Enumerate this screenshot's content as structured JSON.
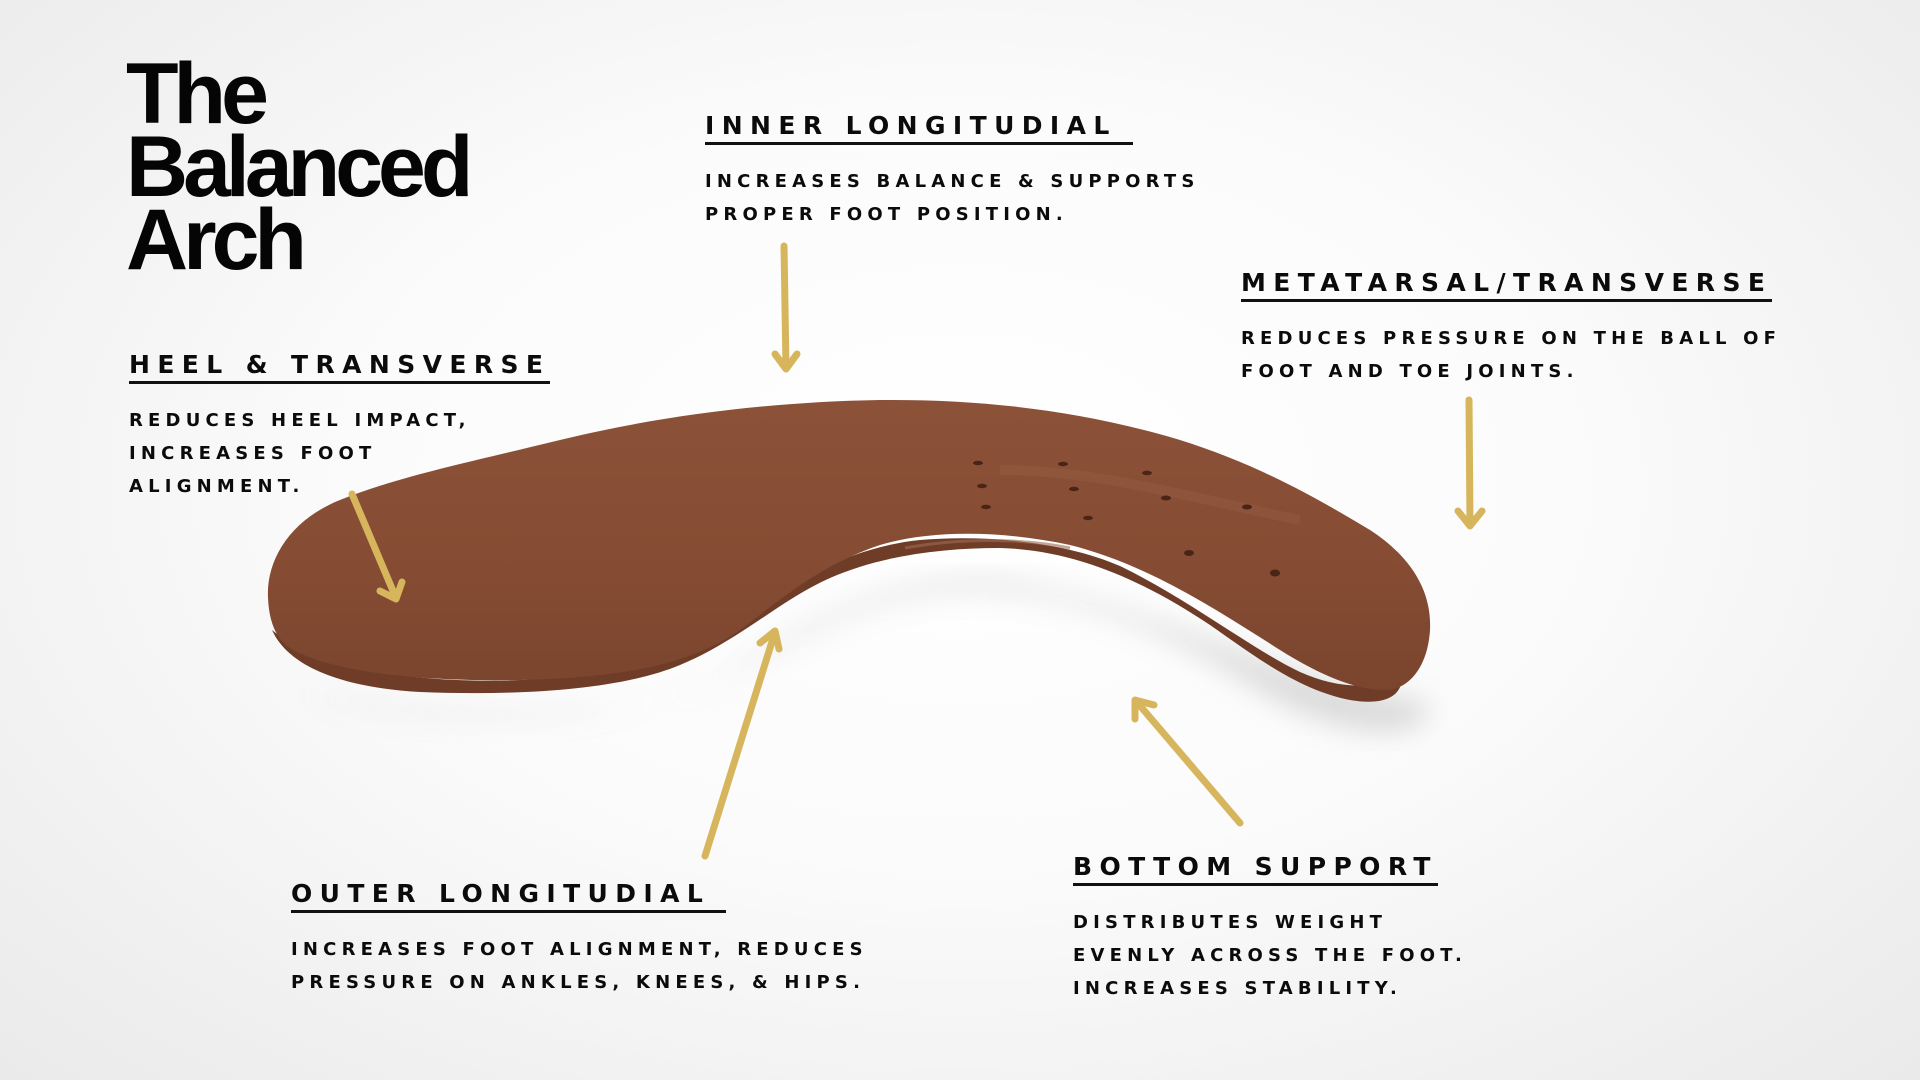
{
  "title": {
    "lines": [
      "The",
      "Balanced",
      "Arch"
    ]
  },
  "colors": {
    "arrow": "#D7B55C",
    "insole": "#8A5038",
    "insole_shade": "#6E3C27",
    "text": "#0B0B0B",
    "background": "#F3F3F3"
  },
  "callouts": {
    "inner": {
      "heading": "INNER LONGITUDIAL ",
      "lines": [
        "INCREASES BALANCE & SUPPORTS",
        "PROPER FOOT POSITION."
      ]
    },
    "metatarsal": {
      "heading": "METATARSAL/TRANSVERSE",
      "lines": [
        "REDUCES PRESSURE ON THE BALL OF",
        "FOOT AND TOE JOINTS."
      ]
    },
    "heel": {
      "heading": "HEEL & TRANSVERSE",
      "lines": [
        "REDUCES HEEL IMPACT,",
        "INCREASES FOOT",
        "ALIGNMENT."
      ]
    },
    "outer": {
      "heading": "OUTER LONGITUDIAL ",
      "lines": [
        "INCREASES FOOT ALIGNMENT, REDUCES",
        "PRESSURE ON ANKLES, KNEES, & HIPS."
      ]
    },
    "bottom": {
      "heading": "BOTTOM SUPPORT",
      "lines": [
        "DISTRIBUTES WEIGHT",
        "EVENLY ACROSS THE FOOT.",
        "INCREASES STABILITY."
      ]
    }
  },
  "icons": {
    "insole": "orthotic-insole-image",
    "arrows": [
      "arrow-inner",
      "arrow-heel",
      "arrow-metatarsal",
      "arrow-outer",
      "arrow-bottom"
    ]
  }
}
